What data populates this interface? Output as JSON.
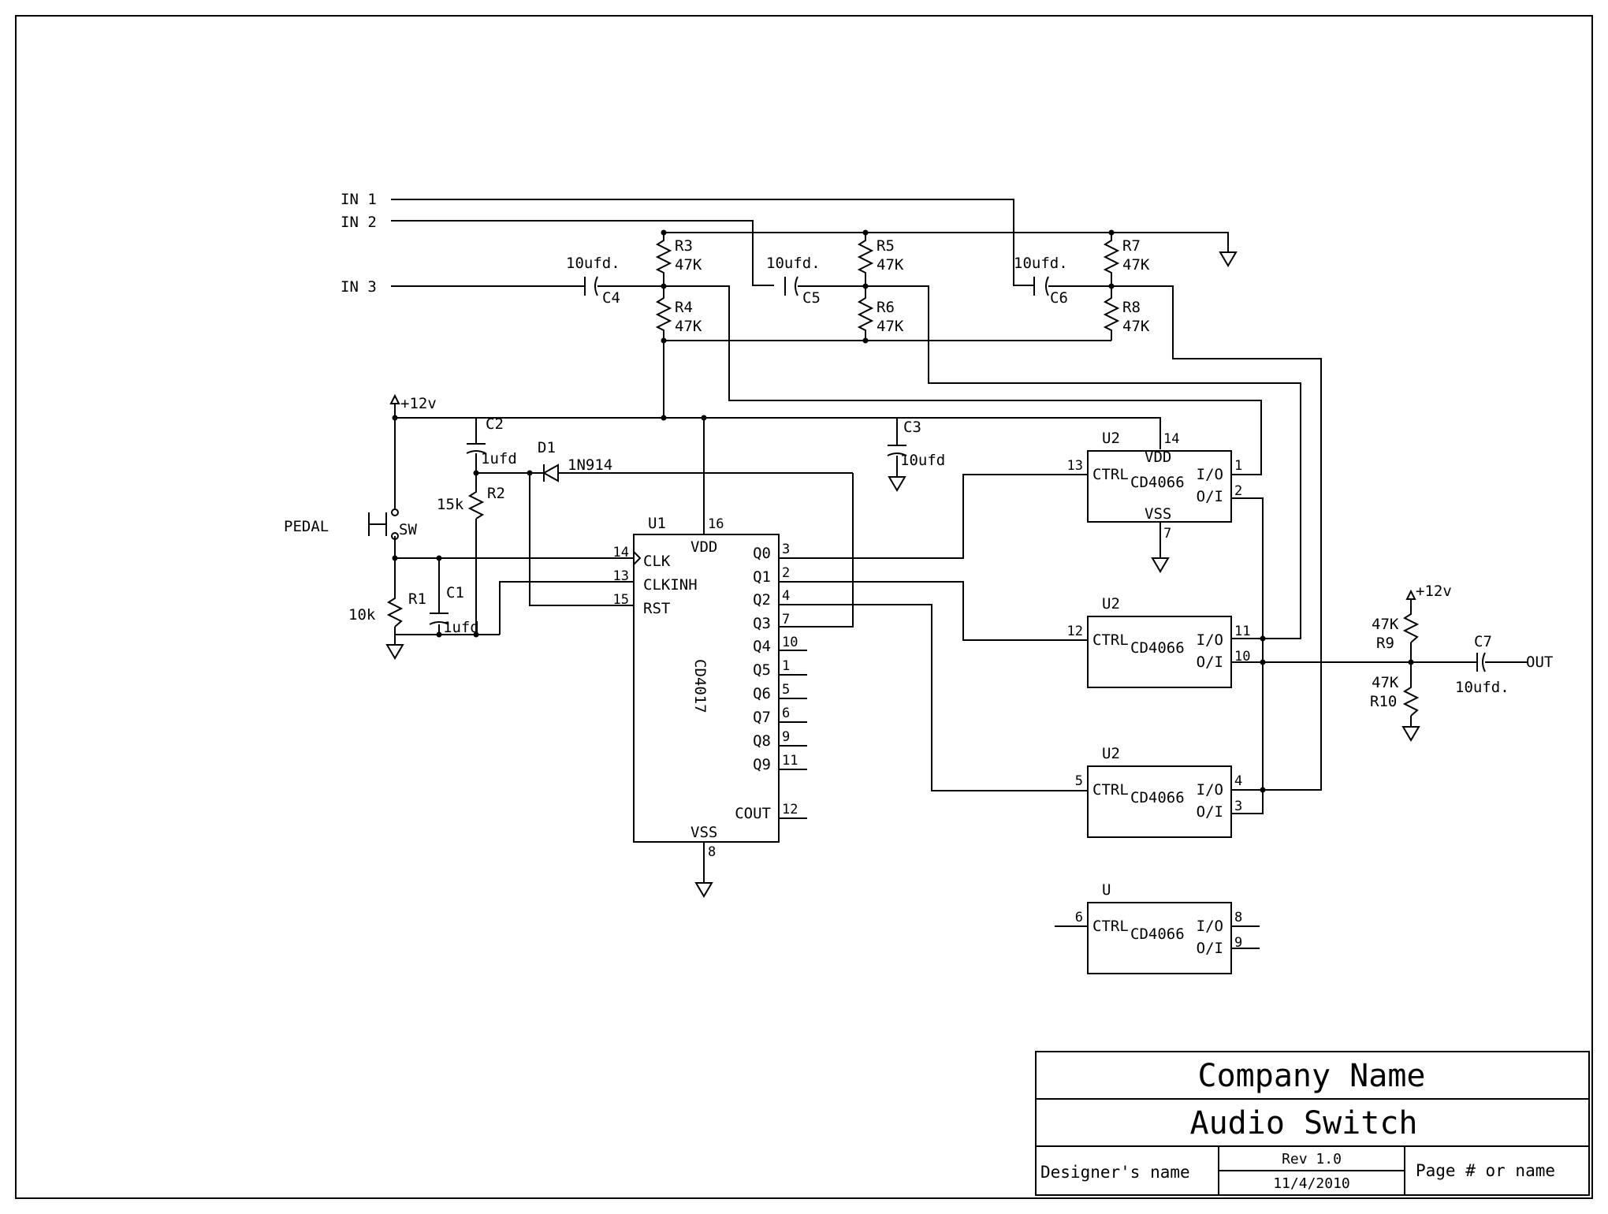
{
  "inputs": {
    "in1": "IN 1",
    "in2": "IN 2",
    "in3": "IN 3"
  },
  "output": "OUT",
  "supply": {
    "v12_a": "+12v",
    "v12_b": "+12v"
  },
  "pedal": {
    "label": "PEDAL",
    "switch": "SW"
  },
  "resistors": {
    "r1": {
      "ref": "R1",
      "value": "10k"
    },
    "r2": {
      "ref": "R2",
      "value": "15k"
    },
    "r3": {
      "ref": "R3",
      "value": "47K"
    },
    "r4": {
      "ref": "R4",
      "value": "47K"
    },
    "r5": {
      "ref": "R5",
      "value": "47K"
    },
    "r6": {
      "ref": "R6",
      "value": "47K"
    },
    "r7": {
      "ref": "R7",
      "value": "47K"
    },
    "r8": {
      "ref": "R8",
      "value": "47K"
    },
    "r9": {
      "ref": "R9",
      "value": "47K"
    },
    "r10": {
      "ref": "R10",
      "value": "47K"
    }
  },
  "capacitors": {
    "c1": {
      "ref": "C1",
      "value": "1ufd"
    },
    "c2": {
      "ref": "C2",
      "value": "1ufd"
    },
    "c3": {
      "ref": "C3",
      "value": "10ufd"
    },
    "c4": {
      "ref": "C4",
      "value": "10ufd."
    },
    "c5": {
      "ref": "C5",
      "value": "10ufd."
    },
    "c6": {
      "ref": "C6",
      "value": "10ufd."
    },
    "c7": {
      "ref": "C7",
      "value": "10ufd."
    }
  },
  "diode": {
    "ref": "D1",
    "part": "1N914"
  },
  "u1": {
    "ref": "U1",
    "part": "CD4017",
    "vdd": "VDD",
    "vss": "VSS",
    "pin_vdd": "16",
    "pin_vss": "8",
    "left_pins": [
      {
        "num": "14",
        "name": "CLK"
      },
      {
        "num": "13",
        "name": "CLKINH"
      },
      {
        "num": "15",
        "name": "RST"
      }
    ],
    "right_pins": [
      {
        "num": "3",
        "name": "Q0"
      },
      {
        "num": "2",
        "name": "Q1"
      },
      {
        "num": "4",
        "name": "Q2"
      },
      {
        "num": "7",
        "name": "Q3"
      },
      {
        "num": "10",
        "name": "Q4"
      },
      {
        "num": "1",
        "name": "Q5"
      },
      {
        "num": "5",
        "name": "Q6"
      },
      {
        "num": "6",
        "name": "Q7"
      },
      {
        "num": "9",
        "name": "Q8"
      },
      {
        "num": "11",
        "name": "Q9"
      },
      {
        "num": "12",
        "name": "COUT"
      }
    ]
  },
  "switches": [
    {
      "ref": "U2",
      "part": "CD4066",
      "ctrl": "CTRL",
      "io": "I/O",
      "oi": "O/I",
      "pin_ctrl": "13",
      "pin_io": "1",
      "pin_oi": "2",
      "vdd": "VDD",
      "vss": "VSS",
      "pin_vdd": "14",
      "pin_vss": "7"
    },
    {
      "ref": "U2",
      "part": "CD4066",
      "ctrl": "CTRL",
      "io": "I/O",
      "oi": "O/I",
      "pin_ctrl": "12",
      "pin_io": "11",
      "pin_oi": "10"
    },
    {
      "ref": "U2",
      "part": "CD4066",
      "ctrl": "CTRL",
      "io": "I/O",
      "oi": "O/I",
      "pin_ctrl": "5",
      "pin_io": "4",
      "pin_oi": "3"
    },
    {
      "ref": "U",
      "part": "CD4066",
      "ctrl": "CTRL",
      "io": "I/O",
      "oi": "O/I",
      "pin_ctrl": "6",
      "pin_io": "8",
      "pin_oi": "9"
    }
  ],
  "title_block": {
    "company": "Company Name",
    "title": "Audio Switch",
    "designer": "Designer's name",
    "rev": "Rev 1.0",
    "date": "11/4/2010",
    "page": "Page # or name"
  }
}
